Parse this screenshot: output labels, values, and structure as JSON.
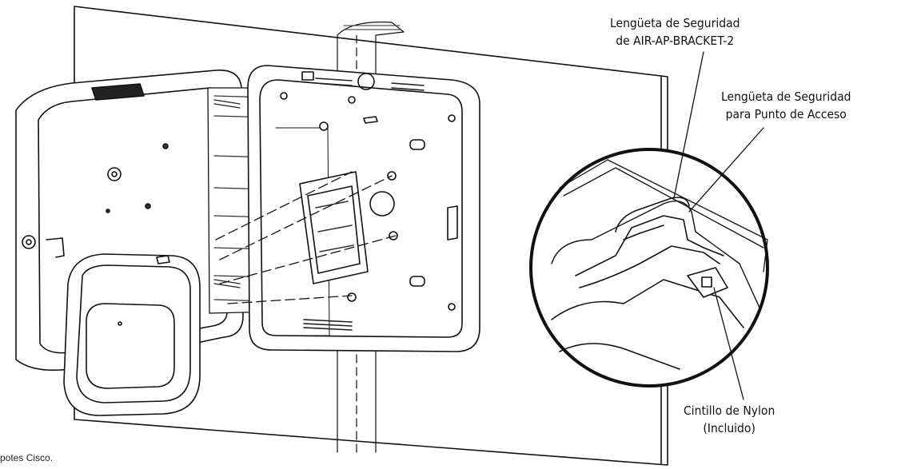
{
  "callouts": {
    "air_ap_bracket_tab": {
      "line1": "Lengüeta de Seguridad",
      "line2": "de AIR-AP-BRACKET-2"
    },
    "access_point_tab": {
      "line1": "Lengüeta de Seguridad",
      "line2": "para Punto de Acceso"
    },
    "nylon_tie": {
      "line1": "Cintillo de Nylon",
      "line2": "(Incluido)"
    }
  },
  "caption": "potes Cisco."
}
